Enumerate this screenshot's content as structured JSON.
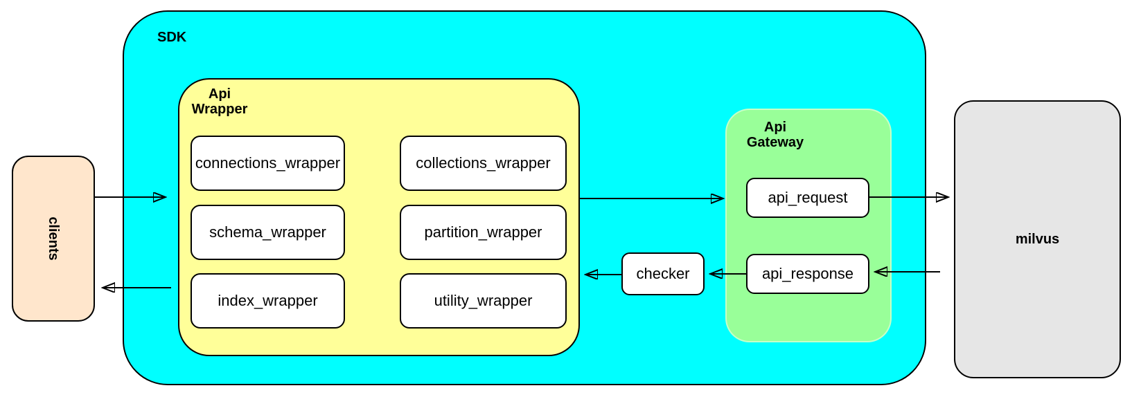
{
  "diagram": {
    "clients": {
      "label": "clients",
      "fill": "#FFE6CC"
    },
    "sdk": {
      "label": "SDK",
      "fill": "#00FFFF"
    },
    "api_wrapper": {
      "label": "Api\nWrapper",
      "fill": "#FFFF99",
      "boxes": [
        "connections_wrapper",
        "collections_wrapper",
        "schema_wrapper",
        "partition_wrapper",
        "index_wrapper",
        "utility_wrapper"
      ]
    },
    "checker": {
      "label": "checker",
      "fill": "#FFFFFF"
    },
    "api_gateway": {
      "label": "Api\nGateway",
      "fill": "#99FF99",
      "boxes": [
        "api_request",
        "api_response"
      ]
    },
    "milvus": {
      "label": "milvus",
      "fill": "#E6E6E6"
    },
    "connections": [
      {
        "from": "clients",
        "to": "sdk"
      },
      {
        "from": "api_wrapper",
        "to": "api_gateway"
      },
      {
        "from": "api_request",
        "to": "milvus"
      },
      {
        "from": "milvus",
        "to": "api_response"
      },
      {
        "from": "api_response",
        "to": "checker"
      },
      {
        "from": "checker",
        "to": "api_wrapper"
      },
      {
        "from": "api_wrapper",
        "to": "clients"
      }
    ],
    "colors": {
      "stroke": "#000000",
      "node_fill": "#FFFFFF"
    }
  }
}
